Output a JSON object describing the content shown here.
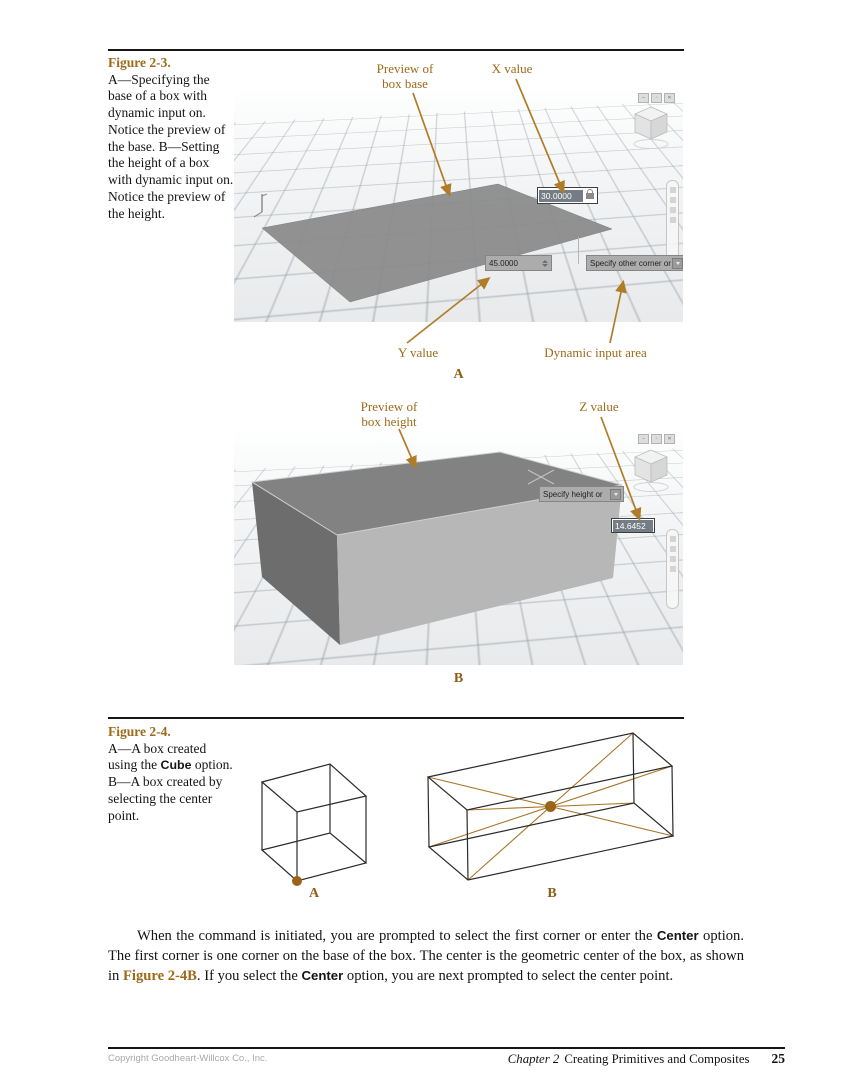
{
  "figure23": {
    "title": "Figure 2-3.",
    "caption": "A—Specifying the base of a box with dynamic input on. Notice the preview of the base. B—Setting the height of a box with dynamic input on. Notice the preview of the height.",
    "labels": {
      "preview_base_1": "Preview of",
      "preview_base_2": "box base",
      "x_value": "X value",
      "y_value": "Y value",
      "dynamic_input_area": "Dynamic input area",
      "preview_height_1": "Preview of",
      "preview_height_2": "box height",
      "z_value": "Z value"
    },
    "viewport_a": {
      "x_field_value": "30.0000",
      "y_field_value": "45.0000",
      "prompt": "Specify other corner or"
    },
    "viewport_b": {
      "prompt": "Specify height or",
      "z_field_value": "14.6452"
    },
    "label_a": "A",
    "label_b": "B"
  },
  "figure24": {
    "title": "Figure 2-4.",
    "caption_part1": "A—A box created using the ",
    "caption_bold": "Cube",
    "caption_part2": " option. B—A box created by selecting the center point.",
    "label_a": "A",
    "label_b": "B"
  },
  "body_paragraph": {
    "part1": "When the command is initiated, you are prompted to select the first corner or enter the ",
    "bold1": "Center",
    "part2": " option. The first corner is one corner on the base of the box. The center is the geometric center of the box, as shown in ",
    "figure_ref": "Figure 2-4B",
    "part3": ". If you select the ",
    "bold2": "Center",
    "part4": " option, you are next prompted to select the center point."
  },
  "chrome": {
    "minimize": "–",
    "restore": "▫",
    "close": "✕"
  },
  "footer": {
    "copyright": "Copyright Goodheart-Willcox Co., Inc.",
    "chapter_label": "Chapter 2",
    "chapter_title": "Creating Primitives and Composites",
    "page_number": "25"
  },
  "colors": {
    "accent_brown": "#9d6a1a",
    "arrow_brown": "#b07c28",
    "base_preview_gray": "#8a8a8a",
    "box_top_gray": "#828282",
    "box_front_gray": "#b7b7b7",
    "box_left_gray": "#6d6d6d"
  }
}
